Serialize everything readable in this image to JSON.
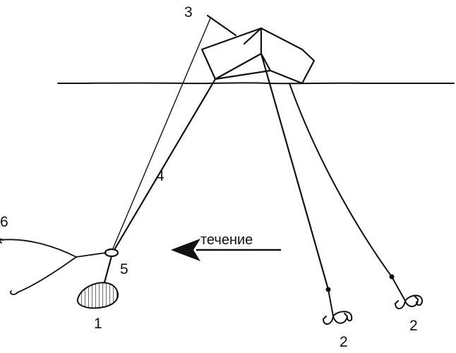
{
  "labels": {
    "sinker": "1",
    "hook_left": "2",
    "hook_right": "2",
    "float_rig": "3",
    "leader": "4",
    "ring": "5",
    "side_line": "6"
  },
  "current_label": "течение"
}
